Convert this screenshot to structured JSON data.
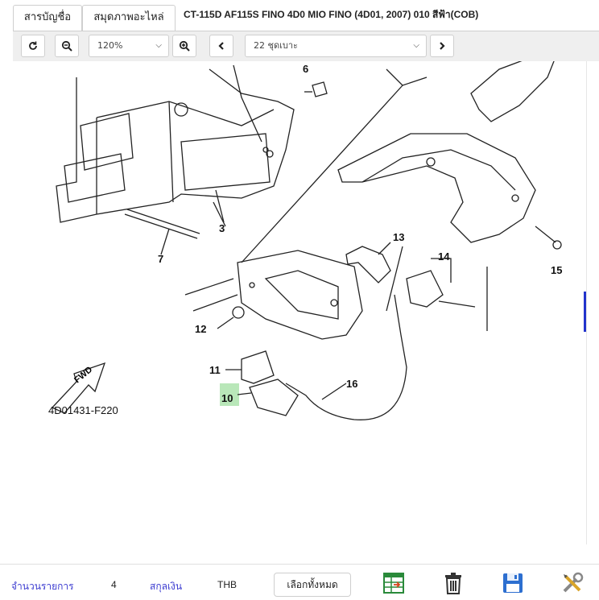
{
  "tabs": [
    {
      "label": "สารบัญชื่อ"
    },
    {
      "label": "สมุดภาพอะไหล่"
    }
  ],
  "document_title": "CT-115D AF115S FINO 4D0 MIO FINO (4D01, 2007) 010 สีฟ้า(COB)",
  "toolbar": {
    "zoom": "120%",
    "page_select": "22 ชุดเบาะ"
  },
  "diagram": {
    "code": "4D01431-F220",
    "fwd_label": "FWD",
    "callouts": [
      "3",
      "6",
      "7",
      "10",
      "11",
      "12",
      "13",
      "14",
      "15",
      "16"
    ],
    "highlighted_callout": "10"
  },
  "footer": {
    "count_label": "จำนวนรายการ",
    "count_value": "4",
    "currency_label": "สกุลเงิน",
    "currency_value": "THB",
    "select_all": "เลือกทั้งหมด"
  },
  "colors": {
    "link_text": "#3b3bd0",
    "highlight": "#b9e7b9",
    "toolbar_bg": "#efefef"
  },
  "icons": [
    "refresh-icon",
    "zoom-out-icon",
    "zoom-in-icon",
    "prev-page-icon",
    "next-page-icon",
    "spreadsheet-icon",
    "trash-icon",
    "save-icon",
    "tools-icon"
  ]
}
